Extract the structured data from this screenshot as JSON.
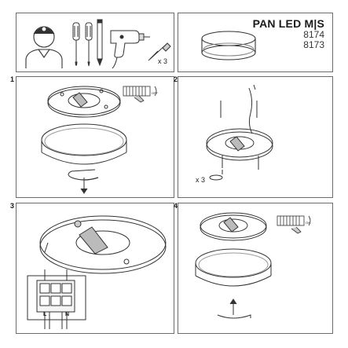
{
  "header": {
    "product_name": "PAN LED M|S",
    "model_codes": [
      "8174",
      "8173"
    ]
  },
  "tools": {
    "screw_count_label": "x 3",
    "icons": [
      "installer-person-icon",
      "flat-screwdriver-icon",
      "phillips-screwdriver-icon",
      "pencil-icon",
      "drill-icon",
      "screw-anchor-icon"
    ]
  },
  "steps": [
    {
      "number": "1",
      "power_state": "OFF"
    },
    {
      "number": "2",
      "screw_count_label": "x 3"
    },
    {
      "number": "3",
      "terminal_labels": [
        "L",
        "N"
      ]
    },
    {
      "number": "4",
      "power_state": "ON"
    }
  ],
  "colors": {
    "line": "#3a3a3a",
    "frame": "#6b6b6b",
    "shade": "#d9d9d9"
  }
}
